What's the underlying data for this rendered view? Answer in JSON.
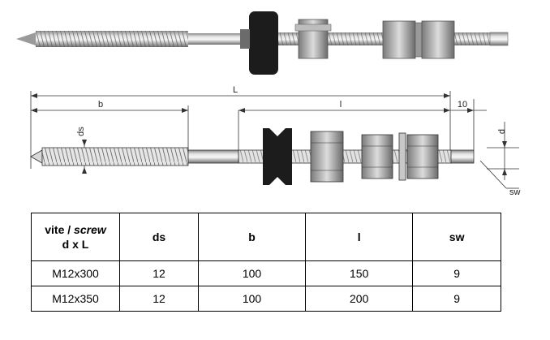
{
  "figure": {
    "dim_L": "L",
    "dim_b": "b",
    "dim_l": "l",
    "dim_10": "10",
    "dim_ds": "ds",
    "dim_d": "d",
    "dim_sw": "sw"
  },
  "table": {
    "header": {
      "col1_prefix": "vite / ",
      "col1_italic": "screw",
      "col1_line2": "d x L",
      "ds": "ds",
      "b": "b",
      "l": "l",
      "sw": "sw"
    },
    "rows": [
      {
        "size": "M12x300",
        "ds": "12",
        "b": "100",
        "l": "150",
        "sw": "9"
      },
      {
        "size": "M12x350",
        "ds": "12",
        "b": "100",
        "l": "200",
        "sw": "9"
      }
    ]
  }
}
